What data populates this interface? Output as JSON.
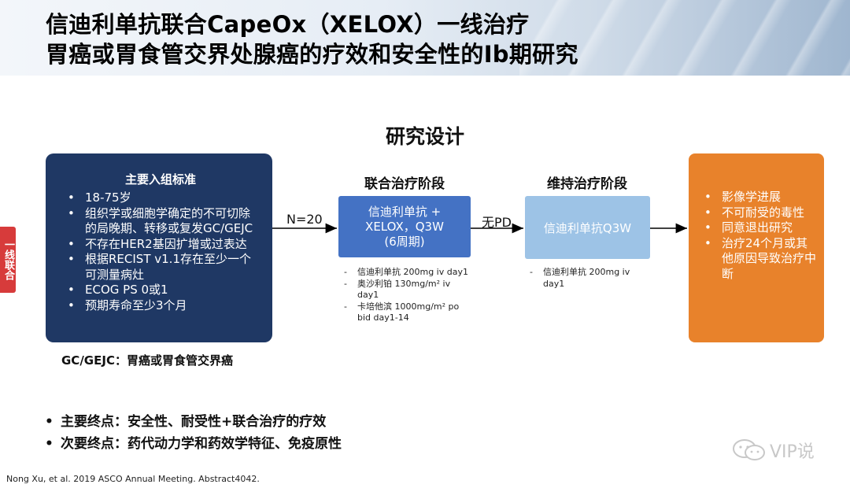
{
  "title": {
    "line1": "信迪利单抗联合CapeOx（XELOX）一线治疗",
    "line2": "胃癌或胃食管交界处腺癌的疗效和安全性的Ib期研究"
  },
  "side_tag": "一线联合",
  "section_title": "研究设计",
  "inclusion": {
    "heading": "主要入组标准",
    "items": [
      "18-75岁",
      "组织学或细胞学确定的不可切除的局晚期、转移或复发GC/GEJC",
      "不存在HER2基因扩增或过表达",
      "根据RECIST v1.1存在至少一个可测量病灶",
      "ECOG PS 0或1",
      "预期寿命至少3个月"
    ]
  },
  "abbreviation": "GC/GEJC：胃癌或胃食管交界癌",
  "arrow_labels": {
    "enroll": "N=20",
    "no_pd": "无PD"
  },
  "combo_phase": {
    "label": "联合治疗阶段",
    "box_line1": "信迪利单抗 +",
    "box_line2": "XELOX，Q3W",
    "box_line3": "(6周期)",
    "doses": [
      "信迪利单抗 200mg iv day1",
      "奥沙利铂 130mg/m² iv day1",
      "卡培他滨 1000mg/m² po bid day1-14"
    ]
  },
  "maintenance_phase": {
    "label": "维持治疗阶段",
    "box_text": "信迪利单抗Q3W",
    "doses": [
      "信迪利单抗 200mg iv day1"
    ]
  },
  "outcomes": {
    "items": [
      "影像学进展",
      "不可耐受的毒性",
      "同意退出研究",
      "治疗24个月或其他原因导致治疗中断"
    ]
  },
  "endpoints": [
    "主要终点：安全性、耐受性+联合治疗的疗效",
    "次要终点：药代动力学和药效学特征、免疫原性"
  ],
  "citation": "Nong Xu, et al. 2019 ASCO Annual Meeting. Abstract4042.",
  "watermark": "VIP说",
  "colors": {
    "inclusion_box": "#1f3864",
    "combo_box": "#4472c4",
    "maintenance_box": "#9dc3e6",
    "outcome_box": "#e8822b",
    "side_tag": "#d73b3b"
  }
}
